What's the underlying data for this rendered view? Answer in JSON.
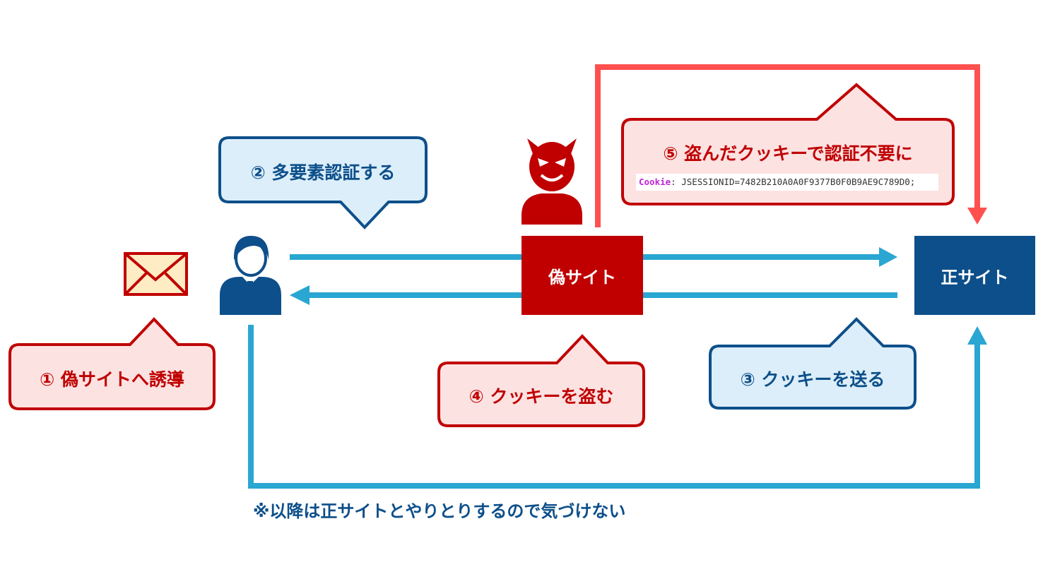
{
  "colors": {
    "red_dark": "#c00000",
    "red_fill": "#fde2e2",
    "red_arrow": "#ff5050",
    "blue_dark": "#0d4f8a",
    "blue_fill": "#dceef9",
    "blue_arrow": "#2aa6d2",
    "envelope_fill": "#fdecc4"
  },
  "icons": [
    "envelope-icon",
    "user-icon",
    "devil-icon"
  ],
  "nodes": {
    "fake_site": "偽サイト",
    "real_site": "正サイト"
  },
  "callouts": {
    "step1": "① 偽サイトへ誘導",
    "step2": "② 多要素認証する",
    "step3": "③ クッキーを送る",
    "step4": "④ クッキーを盗む",
    "step5": "⑤ 盗んだクッキーで認証不要に"
  },
  "cookie": {
    "key": "Cookie",
    "value": ": JSESSIONID=7482B210A0A0F9377B0F0B9AE9C789D0;"
  },
  "note": "※以降は正サイトとやりとりするので気づけない"
}
